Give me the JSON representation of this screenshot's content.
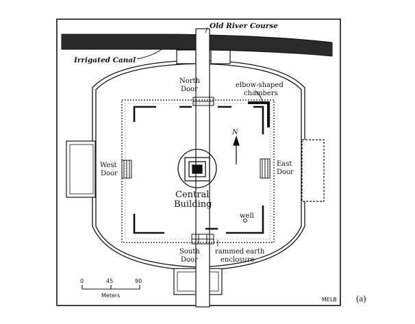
{
  "labels": {
    "old_river_course": "Old River Course",
    "irrigated_canal": "Irrigated Canal",
    "north_door_1": "North",
    "north_door_2": "Door",
    "elbow_chambers_1": "elbow-shaped",
    "elbow_chambers_2": "chambers",
    "north_arrow": "N",
    "west_door_1": "West",
    "west_door_2": "Door",
    "east_door_1": "East",
    "east_door_2": "Door",
    "central_building_1": "Central",
    "central_building_2": "Building",
    "well": "well",
    "south_door_1": "South",
    "south_door_2": "Door",
    "rammed_earth_1": "rammed earth",
    "rammed_earth_2": "enclosure",
    "credit": "MELB"
  },
  "scale_bar": {
    "ticks": [
      "0",
      "45",
      "90"
    ],
    "unit": "Meters"
  },
  "panel_label": "(a)",
  "colors": {
    "ink": "#111111",
    "canal_fill": "#2a2a2a",
    "background": "#ffffff"
  }
}
